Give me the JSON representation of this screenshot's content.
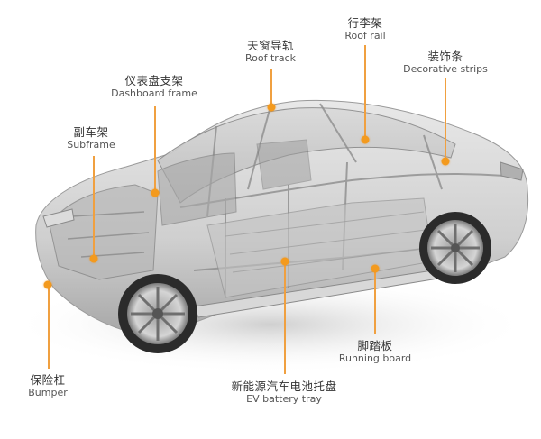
{
  "colors": {
    "accent": "#f39a1e",
    "leader": "#f0a040",
    "label_zh": "#333333",
    "label_en": "#555555",
    "background": "#ffffff"
  },
  "labels": [
    {
      "id": "roof-track",
      "zh": "天窗导轨",
      "en": "Roof track"
    },
    {
      "id": "roof-rail",
      "zh": "行李架",
      "en": "Roof rail"
    },
    {
      "id": "decorative-strips",
      "zh": "装饰条",
      "en": "Decorative strips"
    },
    {
      "id": "dashboard-frame",
      "zh": "仪表盘支架",
      "en": "Dashboard frame"
    },
    {
      "id": "subframe",
      "zh": "副车架",
      "en": "Subframe"
    },
    {
      "id": "bumper",
      "zh": "保险杠",
      "en": "Bumper"
    },
    {
      "id": "ev-battery-tray",
      "zh": "新能源汽车电池托盘",
      "en": "EV battery tray"
    },
    {
      "id": "running-board",
      "zh": "脚踏板",
      "en": "Running board"
    }
  ]
}
